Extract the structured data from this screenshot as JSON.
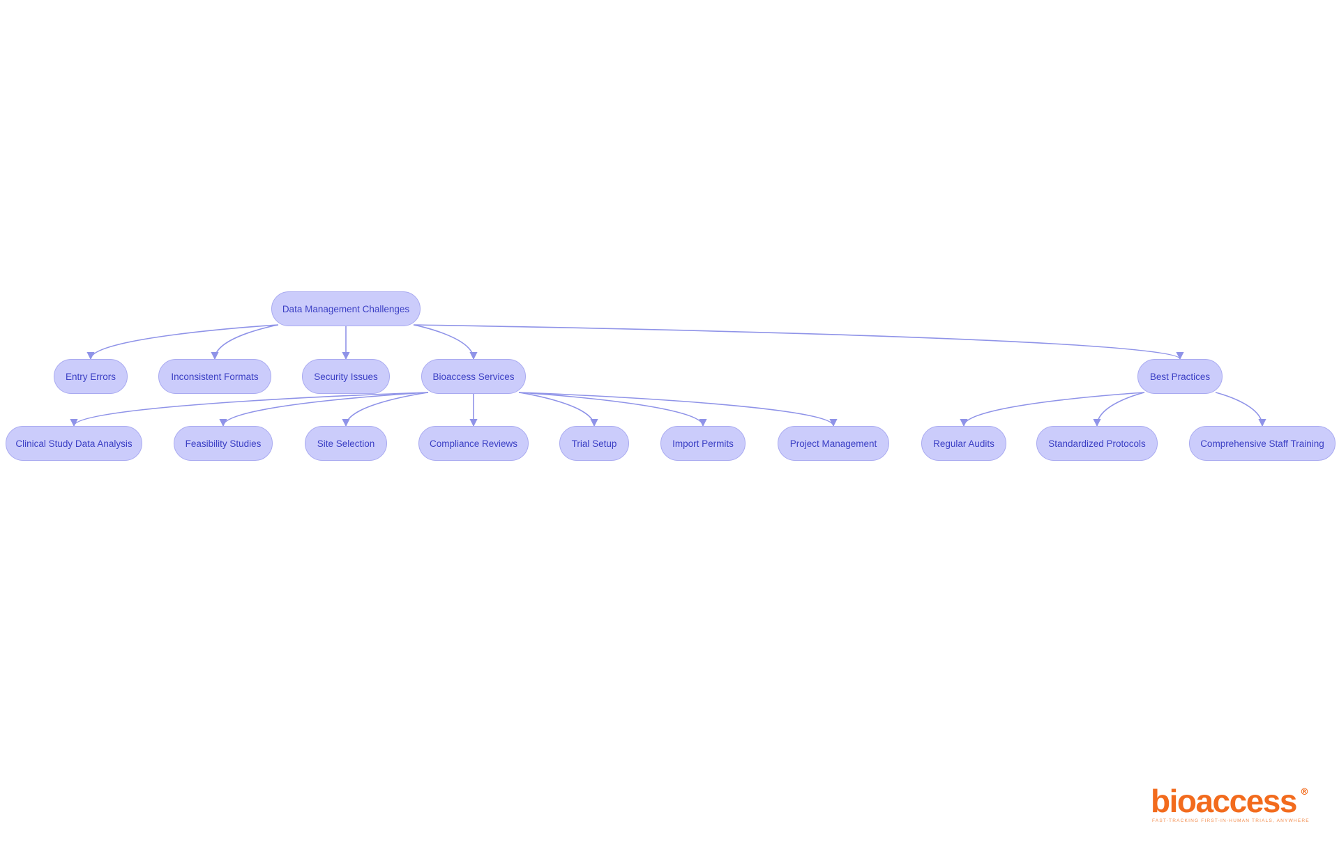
{
  "diagram": {
    "nodes": [
      {
        "id": "dmc",
        "label": "Data Management Challenges"
      },
      {
        "id": "ee",
        "label": "Entry Errors"
      },
      {
        "id": "if",
        "label": "Inconsistent Formats"
      },
      {
        "id": "si",
        "label": "Security Issues"
      },
      {
        "id": "bs",
        "label": "Bioaccess Services"
      },
      {
        "id": "bp",
        "label": "Best Practices"
      },
      {
        "id": "csda",
        "label": "Clinical Study Data Analysis"
      },
      {
        "id": "fs",
        "label": "Feasibility Studies"
      },
      {
        "id": "ss",
        "label": "Site Selection"
      },
      {
        "id": "cr",
        "label": "Compliance Reviews"
      },
      {
        "id": "ts",
        "label": "Trial Setup"
      },
      {
        "id": "ip",
        "label": "Import Permits"
      },
      {
        "id": "pm",
        "label": "Project Management"
      },
      {
        "id": "ra",
        "label": "Regular Audits"
      },
      {
        "id": "sp",
        "label": "Standardized Protocols"
      },
      {
        "id": "cst",
        "label": "Comprehensive Staff Training"
      }
    ],
    "edges": [
      {
        "from": "dmc",
        "to": "ee"
      },
      {
        "from": "dmc",
        "to": "if"
      },
      {
        "from": "dmc",
        "to": "si"
      },
      {
        "from": "dmc",
        "to": "bs"
      },
      {
        "from": "dmc",
        "to": "bp"
      },
      {
        "from": "bs",
        "to": "csda"
      },
      {
        "from": "bs",
        "to": "fs"
      },
      {
        "from": "bs",
        "to": "ss"
      },
      {
        "from": "bs",
        "to": "cr"
      },
      {
        "from": "bs",
        "to": "ts"
      },
      {
        "from": "bs",
        "to": "ip"
      },
      {
        "from": "bs",
        "to": "pm"
      },
      {
        "from": "bp",
        "to": "ra"
      },
      {
        "from": "bp",
        "to": "sp"
      },
      {
        "from": "bp",
        "to": "cst"
      }
    ]
  },
  "logo": {
    "wordmark": "bioaccess",
    "registered": "®",
    "tagline": "FAST-TRACKING FIRST-IN-HUMAN TRIALS, ANYWHERE"
  },
  "colors": {
    "node_fill": "#cbccfb",
    "node_border": "#a9aaf0",
    "node_text": "#3b3fc4",
    "edge": "#8f93e8",
    "logo": "#f26b1d"
  }
}
